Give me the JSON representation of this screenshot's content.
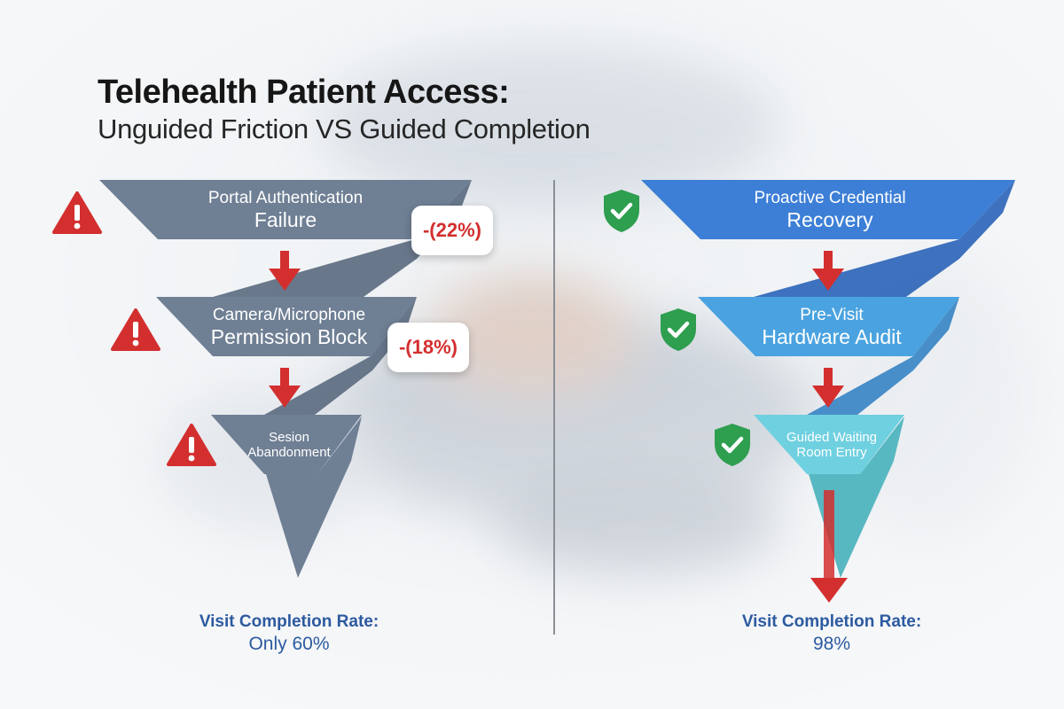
{
  "title": "Telehealth Patient Access:",
  "subtitle": "Unguided Friction VS Guided Completion",
  "colors": {
    "unguided": "#6f7f94",
    "unguided_ribbon": "#5d6d81",
    "guided_stage1": "#3d7fd6",
    "guided_stage2": "#4aa3e0",
    "guided_stage3": "#6fd0e0",
    "warning": "#d32f2f",
    "check": "#2e9e4f",
    "arrow": "#d32f2f",
    "result_text": "#2c5aa0"
  },
  "unguided": {
    "stages": [
      {
        "line1": "Portal Authentication",
        "line2": "Failure",
        "icon": "warning-triangle-icon"
      },
      {
        "line1": "Camera/Microphone",
        "line2": "Permission Block",
        "icon": "warning-triangle-icon"
      },
      {
        "line1": "Sesion",
        "line2": "Abandonment",
        "icon": "warning-triangle-icon"
      }
    ],
    "drops": [
      "-(22%)",
      "-(18%)"
    ],
    "result_label": "Visit Completion Rate:",
    "result_value": "Only 60%"
  },
  "guided": {
    "stages": [
      {
        "line1": "Proactive Credential",
        "line2": "Recovery",
        "icon": "shield-check-icon"
      },
      {
        "line1": "Pre-Visit",
        "line2": "Hardware Audit",
        "icon": "shield-check-icon"
      },
      {
        "line1": "Guided Waiting",
        "line2": "Room Entry",
        "icon": "shield-check-icon"
      }
    ],
    "result_label": "Visit Completion Rate:",
    "result_value": "98%"
  }
}
